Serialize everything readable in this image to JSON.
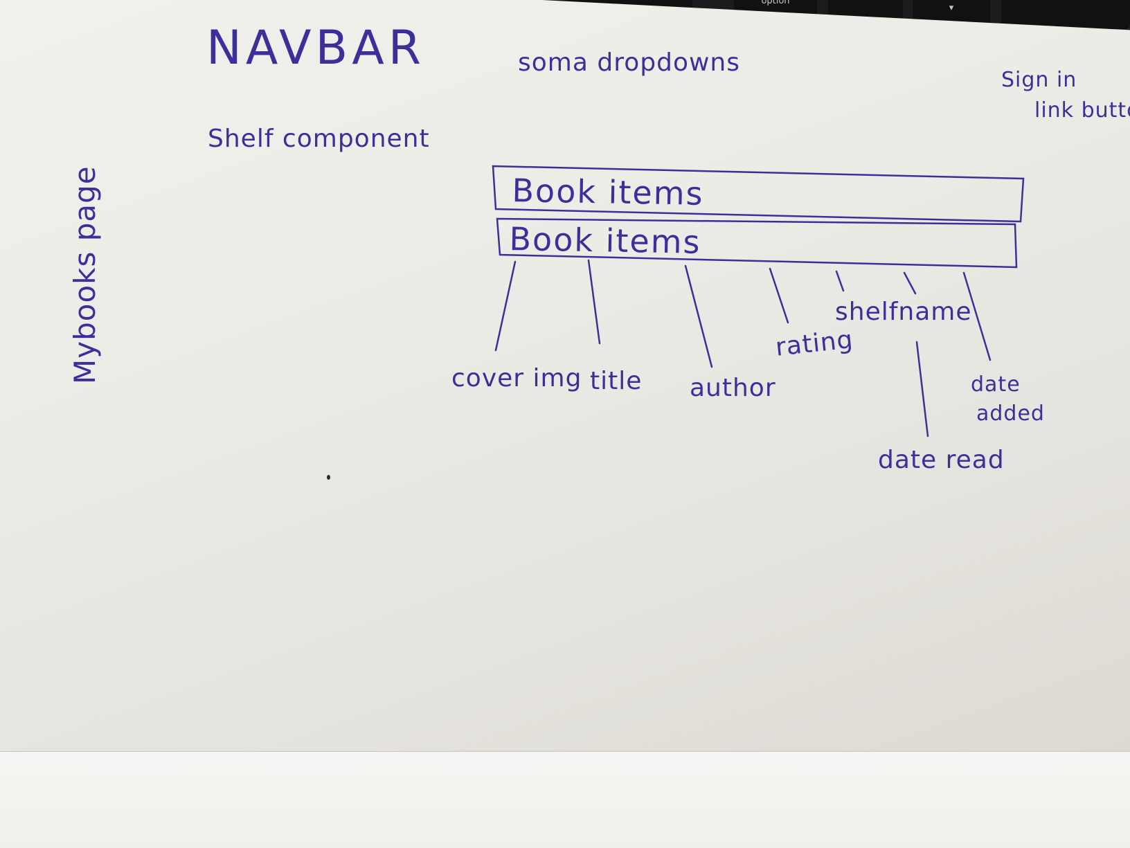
{
  "keyboard": {
    "keys": [
      "option",
      "",
      "▾",
      ""
    ]
  },
  "page_title": "Mybooks page",
  "navbar": {
    "title": "NAVBAR",
    "dropdowns_note": "soma dropdowns",
    "sign_in_note_line1": "Sign in",
    "sign_in_note_line2": "link buttor"
  },
  "shelf": {
    "title": "Shelf component",
    "rows": [
      {
        "label": "Book items"
      },
      {
        "label": "Book items"
      }
    ],
    "fields": [
      {
        "label": "cover img"
      },
      {
        "label": "title"
      },
      {
        "label": "author"
      },
      {
        "label": "rating"
      },
      {
        "label": "shelfname"
      },
      {
        "label": "date read"
      },
      {
        "label": "date added",
        "line1": "date",
        "line2": "added"
      }
    ]
  },
  "colors": {
    "ink": "#3c2f9a",
    "paper": "#efede8"
  }
}
